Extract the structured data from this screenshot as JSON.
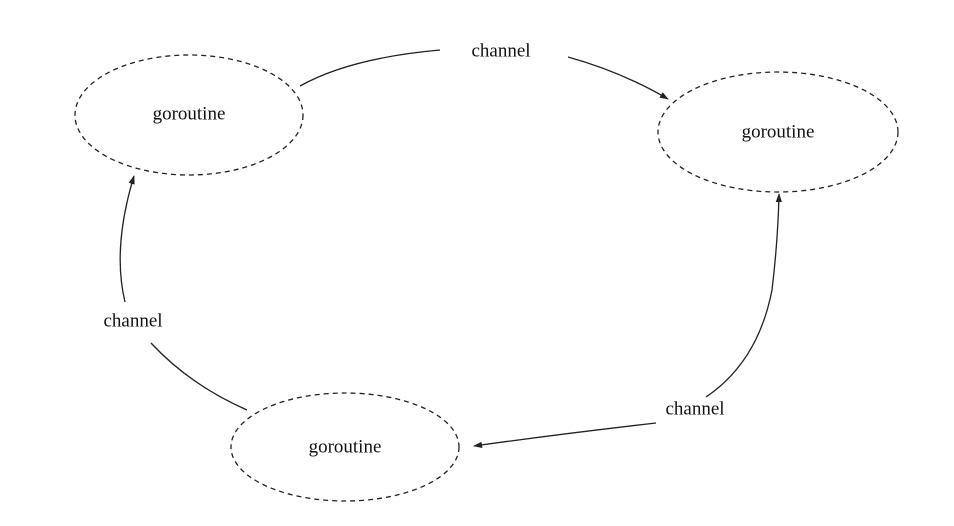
{
  "diagram": {
    "nodes": [
      {
        "id": "goroutine-top-left",
        "label": "goroutine"
      },
      {
        "id": "goroutine-top-right",
        "label": "goroutine"
      },
      {
        "id": "goroutine-bottom",
        "label": "goroutine"
      }
    ],
    "edges": [
      {
        "from": "goroutine-top-left",
        "to": "goroutine-top-right",
        "label": "channel"
      },
      {
        "from": "goroutine-bottom",
        "to": "goroutine-top-right",
        "label": "channel"
      },
      {
        "from": "goroutine-bottom",
        "to": "goroutine-top-left",
        "label": "channel"
      }
    ]
  },
  "colors": {
    "stroke": "#222222",
    "text": "#111111",
    "background": "#ffffff"
  }
}
